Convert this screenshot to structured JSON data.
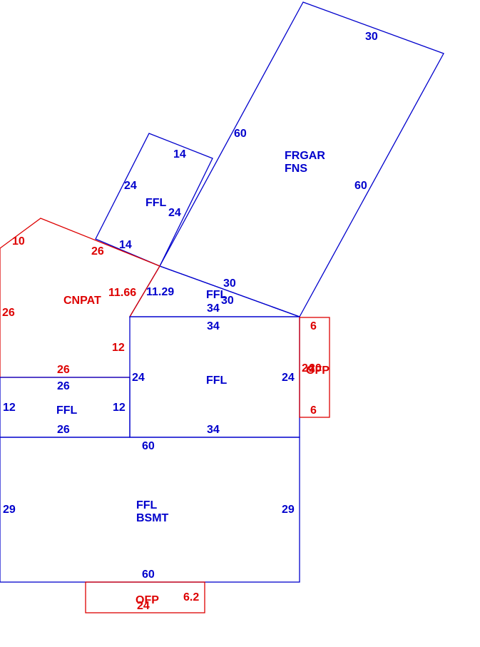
{
  "colors": {
    "blue": "#0000cc",
    "red": "#dd0000",
    "background": "#ffffff"
  },
  "areas": {
    "garage": {
      "name": "FRGAR",
      "sub": "FNS",
      "dim_top": "30",
      "dim_left": "60",
      "dim_right": "60"
    },
    "upper_ffl": {
      "name": "FFL",
      "dim_top": "14",
      "dim_left": "24",
      "dim_right": "24",
      "dim_bottom": "14"
    },
    "cnpat": {
      "name": "CNPAT",
      "dim_left_top": "10",
      "dim_top": "26",
      "dim_left": "26",
      "dim_right": "11.66",
      "dim_right_lower": "12",
      "dim_bottom": "26"
    },
    "tri_ffl": {
      "name": "FFL",
      "dim_left": "11.29",
      "dim_top": "30",
      "dim_top_inner": "30",
      "dim_bottom": "34"
    },
    "center_ffl": {
      "name": "FFL",
      "dim_top": "34",
      "dim_left": "24",
      "dim_right": "24",
      "dim_bottom": "34"
    },
    "left_ffl": {
      "name": "FFL",
      "dim_top": "26",
      "dim_left": "12",
      "dim_right": "12",
      "dim_bottom": "26"
    },
    "basement": {
      "name": "FFL",
      "sub": "BSMT",
      "dim_top": "60",
      "dim_left": "29",
      "dim_right": "29",
      "dim_bottom": "60"
    },
    "ofp_right": {
      "name": "OFP",
      "dim_top": "6",
      "dim_bottom": "6",
      "dim_left": "24",
      "dim_right": "20"
    },
    "ofp_bottom": {
      "name": "OFP",
      "dim_right": "6.2",
      "dim_bottom": "24"
    }
  }
}
